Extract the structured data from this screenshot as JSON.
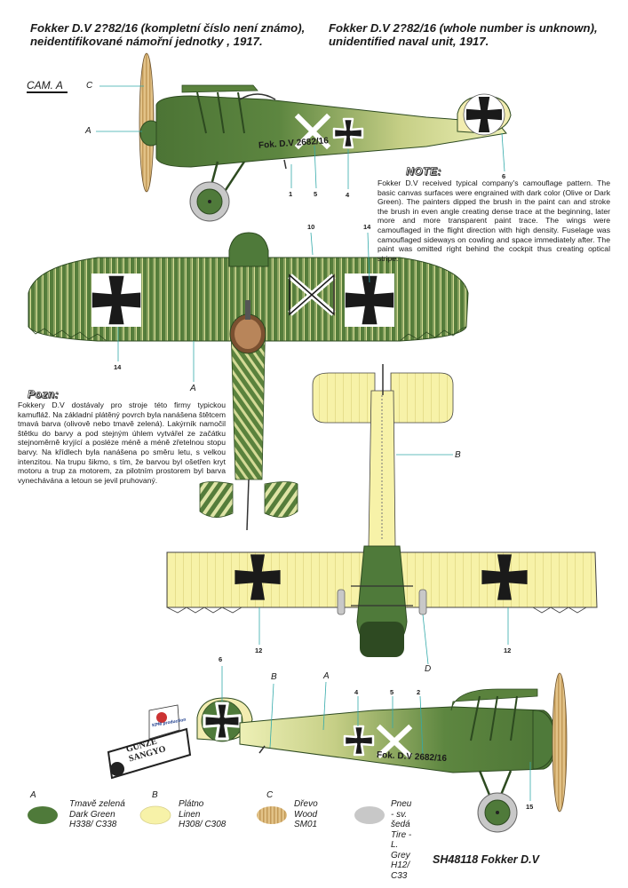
{
  "header": {
    "cz_line1": "Fokker D.V 2?82/16 (kompletní číslo není známo),",
    "cz_line2": "neidentifikované námořní jednotky , 1917.",
    "en_line1": "Fokker D.V 2?82/16 (whole number is unknown),",
    "en_line2": "unidentified naval unit, 1917."
  },
  "cam_label": "CAM. A",
  "fuselage_serial": "Fok. D.V 2682/16",
  "note_en": {
    "title": "NOTE:",
    "text": "Fokker D.V received typical company's camouflage pattern. The basic canvas surfaces were engrained with dark color (Olive or Dark Green). The painters dipped the brush in the paint can and stroke the brush in even angle creating dense trace at the beginning, later more and more transparent paint trace. The wings were camouflaged in the flight direction with high density. Fuselage was camouflaged sideways on cowling and space immediately after. The paint was omitted right behind the cockpit thus creating optical stripe."
  },
  "note_cz": {
    "title": "Pozn:",
    "text": "Fokkery D.V dostávaly pro stroje této firmy typickou kamufláž. Na základní plátěný povrch byla nanášena štětcem tmavá barva (olivově nebo tmavě zelená). Lakýrník namočil štětku do barvy a pod stejným úhlem vytvářel ze začátku stejnoměrně kryjící a posléze méně a méně zřetelnou stopu barvy. Na křídlech byla nanášena po směru letu, s velkou intenzitou. Na trupu šikmo, s tím, že barvou byl ošetřen kryt motoru a trup za motorem, za pilotním prostorem byl barva vynechávána a letoun se jevil pruhovaný."
  },
  "callouts": {
    "side_top": {
      "A": "A",
      "C": "C",
      "n1": "1",
      "n4": "4",
      "n5": "5",
      "n6": "6"
    },
    "upper_view": {
      "n10": "10",
      "n14a": "14",
      "n14b": "14",
      "A": "A"
    },
    "lower_view": {
      "B": "B",
      "D": "D",
      "n12a": "12",
      "n12b": "12"
    },
    "side_bottom": {
      "n6": "6",
      "B": "B",
      "A": "A",
      "n4": "4",
      "n5": "5",
      "n2": "2",
      "n15": "15"
    }
  },
  "legend": [
    {
      "letter": "A",
      "cz": "Tmavě zelená",
      "en": "Dark Green",
      "code": "H338/ C338",
      "color": "#4f7a3a"
    },
    {
      "letter": "B",
      "cz": "Plátno",
      "en": "Linen",
      "code": "H308/ C308",
      "color": "#f7f2a8"
    },
    {
      "letter": "C",
      "cz": "Dřevo",
      "en": "Wood",
      "code": "SM01",
      "color": "#d9b679"
    },
    {
      "letter": "",
      "cz": "Pneu - sv. šedá",
      "en": "Tire - L. Grey",
      "code": "H12/ C33",
      "color": "#c8c8c8"
    }
  ],
  "logos": {
    "kpm": "KPM production",
    "gunze_line1": "GUNZE",
    "gunze_line2": "SANGYO"
  },
  "footer": "SH48118 Fokker D.V"
}
